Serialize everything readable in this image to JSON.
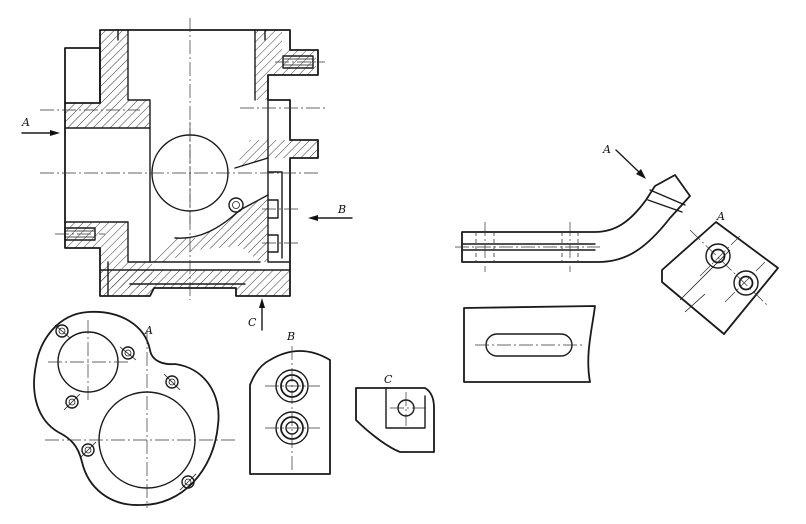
{
  "labels": {
    "section_a_left": "A",
    "section_b": "B",
    "section_c": "C",
    "view_a_flange": "A",
    "view_b": "B",
    "view_c": "C",
    "view_a_bracket_arrow": "A",
    "view_a_bracket": "A"
  }
}
